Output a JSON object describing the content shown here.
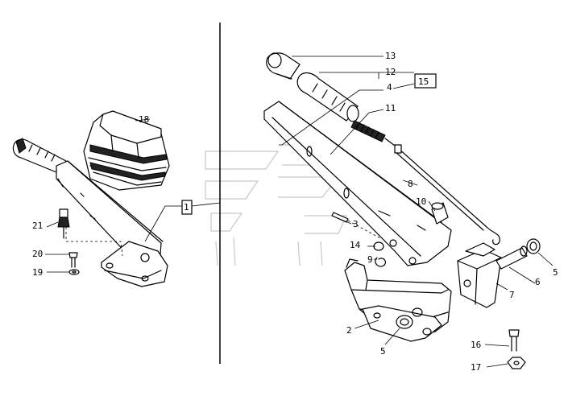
{
  "diagram": {
    "type": "exploded-parts-view",
    "callouts": {
      "c1": "1",
      "c2": "2",
      "c3": "3",
      "c4": "4",
      "c5a": "5",
      "c5b": "5",
      "c6": "6",
      "c7": "7",
      "c8": "8",
      "c9": "9",
      "c10": "10",
      "c11": "11",
      "c12": "12",
      "c13": "13",
      "c14": "14",
      "c15": "15",
      "c16": "16",
      "c17": "17",
      "c18": "18",
      "c19": "19",
      "c20": "20",
      "c21": "21"
    }
  }
}
